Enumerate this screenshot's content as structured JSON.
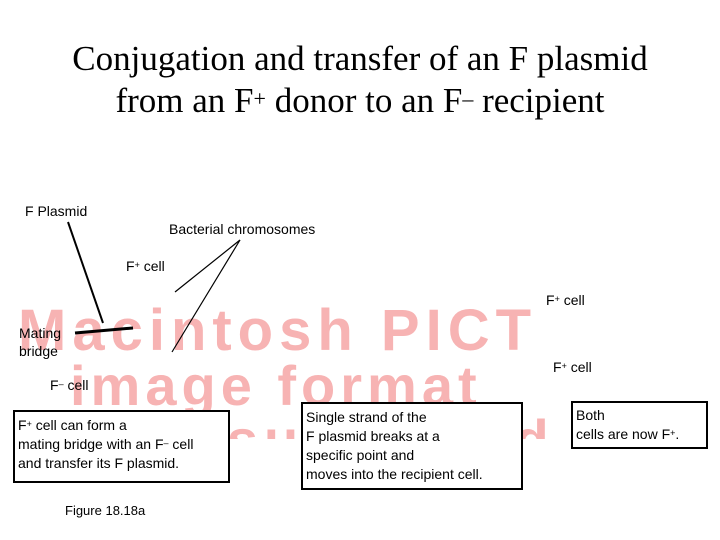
{
  "title": {
    "line1": "Conjugation and transfer of an F plasmid",
    "line2_a": "from an F",
    "line2_sup1": "+",
    "line2_b": " donor to an F",
    "line2_sup2": "–",
    "line2_c": " recipient"
  },
  "placeholder": {
    "line1": "Macintosh PICT",
    "line2": "image format",
    "line3": "is not supported",
    "color": "#f7b3b3"
  },
  "labels": {
    "f_plasmid": "F Plasmid",
    "bacterial_chromosomes": "Bacterial chromosomes",
    "fplus_cell_1": {
      "base": "F",
      "sup": "+",
      "rest": " cell"
    },
    "fplus_cell_2": {
      "base": "F",
      "sup": "+",
      "rest": " cell"
    },
    "fplus_cell_3": {
      "base": "F",
      "sup": "+",
      "rest": " cell"
    },
    "mating_bridge_1": "Mating",
    "mating_bridge_2": "bridge",
    "fminus_cell": {
      "base": "F",
      "sup": "–",
      "rest": " cell"
    }
  },
  "boxes": {
    "step1": {
      "a": "F",
      "sup1": "+",
      "b": " cell can form a",
      "line2_a": "mating bridge with an F",
      "sup2": "–",
      "line2_b": " cell",
      "line3": "and transfer its F plasmid."
    },
    "step2": {
      "line1": "Single strand of the",
      "line2": "F plasmid breaks at a",
      "line3": "specific point and",
      "line4": "moves into the recipient cell."
    },
    "step3": {
      "line1": "Both",
      "line2_a": "cells are now F",
      "sup": "+",
      "line2_b": "."
    }
  },
  "figure_label": "Figure 18.18a"
}
